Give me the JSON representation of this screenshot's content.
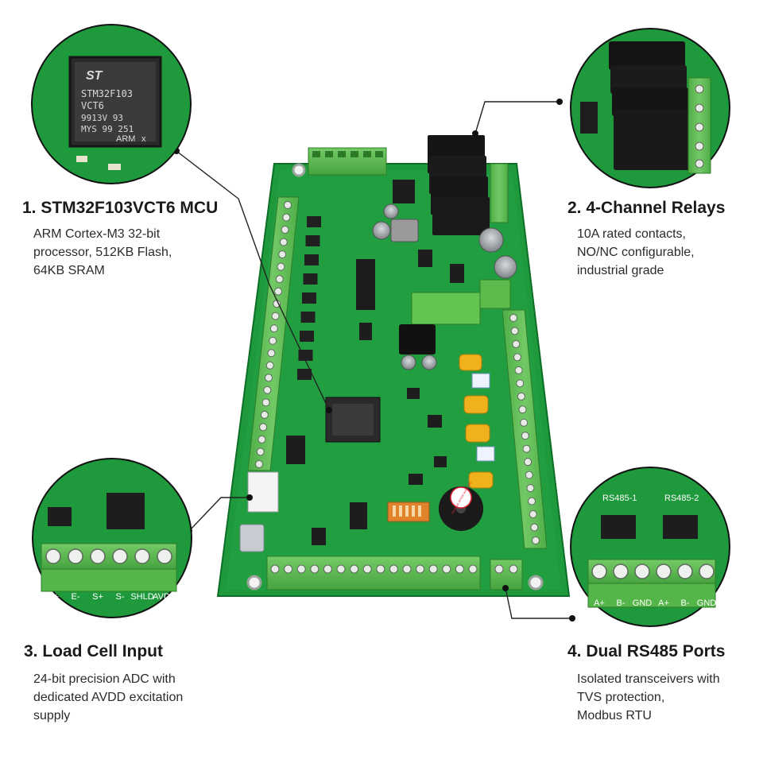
{
  "features": [
    {
      "title": "1. STM32F103VCT6 MCU",
      "lines": [
        "ARM Cortex-M3 32-bit",
        "processor,  512KB Flash,",
        "64KB SRAM"
      ]
    },
    {
      "title": "2. 4-Channel Relays",
      "lines": [
        "10A rated contacts,",
        "NO/NC configurable,",
        "industrial grade"
      ]
    },
    {
      "title": "3. Load Cell Input",
      "lines": [
        "24-bit precision ADC with",
        "dedicated AVDD excitation",
        "supply"
      ]
    },
    {
      "title": "4. Dual RS485 Ports",
      "lines": [
        "Isolated transceivers with",
        "TVS protection,",
        "Modbus RTU"
      ]
    }
  ],
  "mcu_chip": {
    "brand": "ST",
    "lines": [
      "STM32F103",
      "VCT6",
      "9913V 93",
      "MYS 99 251"
    ],
    "arm": "ARM",
    "x": "x"
  },
  "load_cell_terminals": [
    "E+",
    "E-",
    "S+",
    "S-",
    "SHLD",
    "AVDD"
  ],
  "rs485": {
    "port1": "RS485-1",
    "port2": "RS485-2",
    "terminals": [
      "A+",
      "B-",
      "GND",
      "A+",
      "B-",
      "GND"
    ]
  },
  "buzzer_label": "REMOVE AFTER WASHING",
  "colors": {
    "pcb": "#1f9a3e",
    "pcb_dark": "#137a2c",
    "terminal": "#5fbf52",
    "relay": "#161616",
    "capacitor": "#f0b21c",
    "text": "#1a1a1a"
  }
}
